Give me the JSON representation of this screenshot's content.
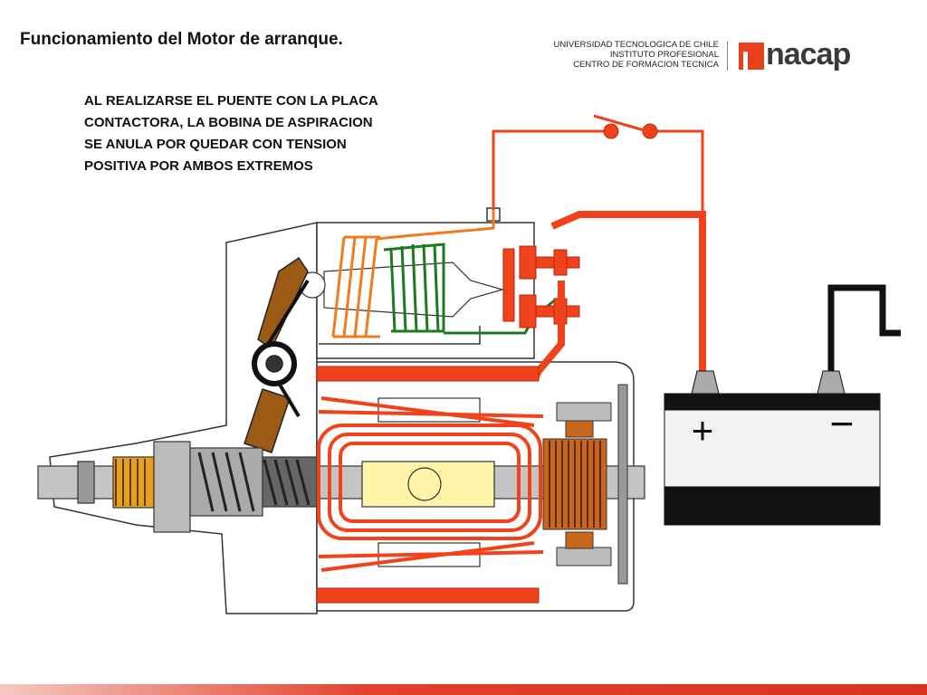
{
  "title": "Funcionamiento del Motor de arranque.",
  "description_lines": [
    "AL REALIZARSE EL PUENTE CON LA PLACA",
    "CONTACTORA, LA BOBINA DE ASPIRACION",
    "SE ANULA POR QUEDAR CON TENSION",
    "POSITIVA POR AMBOS EXTREMOS"
  ],
  "institution": {
    "lines": [
      "UNIVERSIDAD TECNOLOGICA DE CHILE",
      "INSTITUTO PROFESIONAL",
      "CENTRO DE FORMACION TECNICA"
    ],
    "logo_text": "nacap"
  },
  "battery": {
    "positive_symbol": "+",
    "negative_symbol": "−"
  },
  "colors": {
    "accent_red": "#e8401c",
    "wire_red": "#f0431d",
    "coil_orange": "#f07a1e",
    "coil_green": "#1e7a1e",
    "brass": "#9c5a14",
    "copper": "#c8661c",
    "core_yellow": "#fff4a8"
  }
}
